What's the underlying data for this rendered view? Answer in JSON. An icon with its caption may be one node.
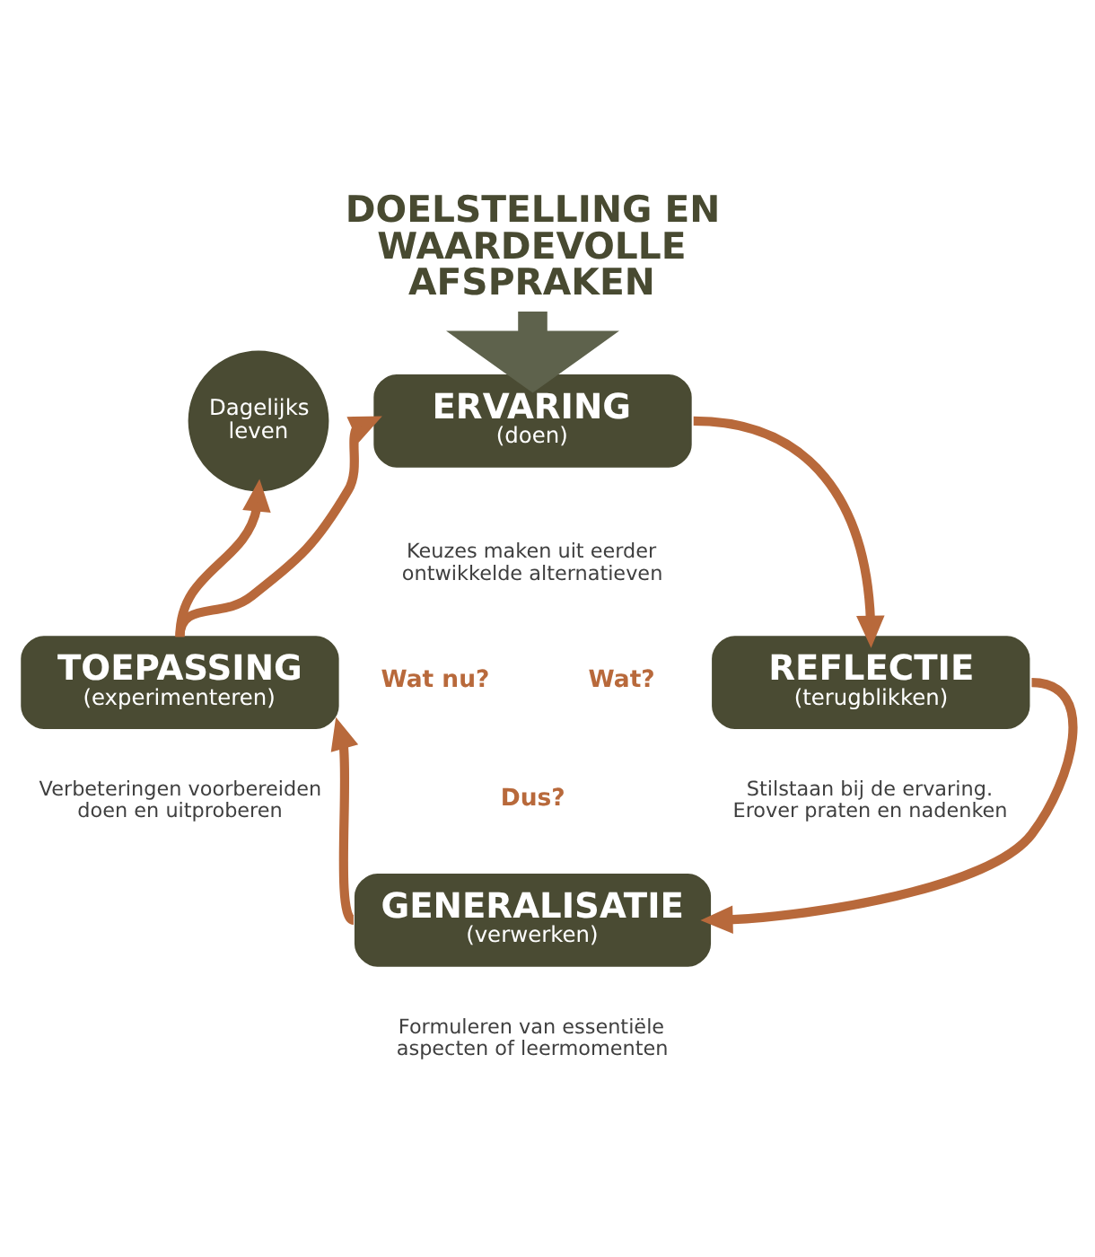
{
  "diagram": {
    "nodes": [
      {
        "text": [
          "DOELSTELLING EN WAARDEVOLLE AFSPRAKEN"
        ]
      },
      {
        "text": [
          "ERVARING",
          "(doen)"
        ],
        "beside": [
          "Keuzes maken uit eerder ontwikkelde alternatieven"
        ]
      },
      {
        "text": [
          "Dagelijks leven"
        ]
      },
      {
        "text": [
          "TOEPASSING",
          "(experimenteren)"
        ],
        "beside": [
          "Wat nu?",
          "Verbeteringen voorbereiden doen en uitproberen"
        ]
      },
      {
        "text": [
          "REFLECTIE",
          "(terugblikken)"
        ],
        "beside": [
          "Wat?",
          "Stilstaan bij de ervaring. Erover praten en nadenken"
        ]
      },
      {
        "text": [
          "GENERALISATIE",
          "(verwerken)"
        ],
        "beside": [
          "Dus?",
          "Formuleren van essentiële aspecten of leermomenten"
        ]
      }
    ],
    "edges": [
      {
        "from": 0,
        "to": 1,
        "arrow": "to",
        "style": "thick",
        "color": "#5e624c"
      },
      {
        "from": 1,
        "to": 4,
        "arrow": "to"
      },
      {
        "from": 4,
        "to": 5,
        "arrow": "to"
      },
      {
        "from": 5,
        "to": 3,
        "arrow": "to"
      },
      {
        "from": 3,
        "to": 1,
        "arrow": "to"
      },
      {
        "from": 3,
        "to": 2,
        "arrow": "to"
      }
    ]
  }
}
